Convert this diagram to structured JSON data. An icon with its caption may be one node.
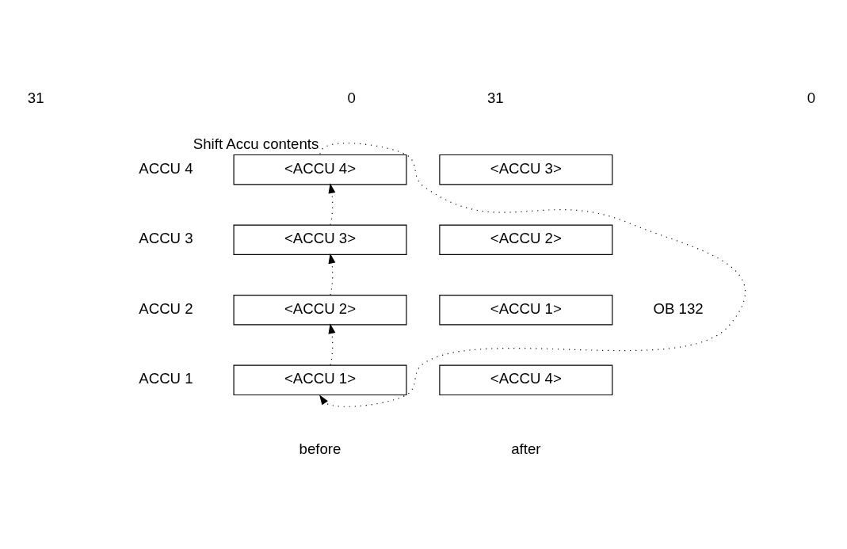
{
  "diagram": {
    "nodes": [
      {
        "text": [
          "<ACCU 4>"
        ],
        "beside": [
          "ACCU 4"
        ]
      },
      {
        "text": [
          "<ACCU 3>"
        ]
      },
      {
        "text": [
          "<ACCU 3>"
        ],
        "beside": [
          "ACCU 3"
        ]
      },
      {
        "text": [
          "<ACCU 2>"
        ]
      },
      {
        "text": [
          "<ACCU 2>"
        ],
        "beside": [
          "ACCU 2"
        ]
      },
      {
        "text": [
          "<ACCU 1>"
        ]
      },
      {
        "text": [
          "<ACCU 1>"
        ],
        "beside": [
          "ACCU 1"
        ]
      },
      {
        "text": [
          "<ACCU 4>"
        ]
      }
    ],
    "edges": [
      {
        "from": 6,
        "to": 4,
        "arrow": "to"
      },
      {
        "from": 4,
        "to": 2,
        "arrow": "to"
      },
      {
        "from": 2,
        "to": 0,
        "arrow": "to"
      },
      {
        "from": 0,
        "to": 6,
        "arrow": "to",
        "label": "Shift Accu contents"
      }
    ],
    "labels": [
      "31",
      "0",
      "31",
      "0",
      "OB 132",
      "before",
      "after"
    ]
  }
}
